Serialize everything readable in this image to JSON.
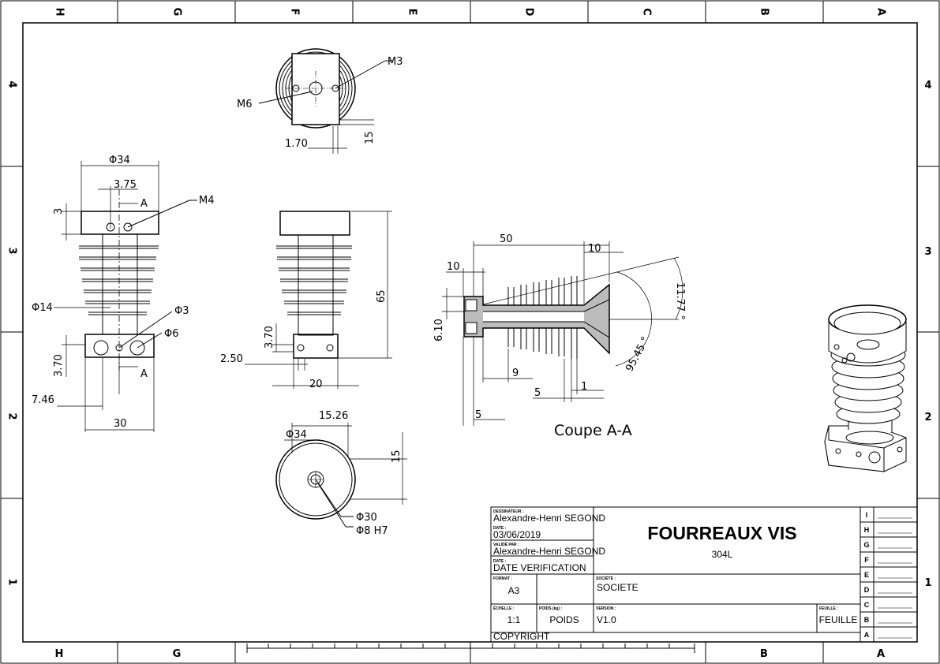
{
  "frame": {
    "top_letters": [
      "H",
      "G",
      "F",
      "E",
      "D",
      "C",
      "B",
      "A"
    ],
    "bottom_letters": [
      "H",
      "G",
      "B",
      "A"
    ],
    "side_numbers": [
      "4",
      "3",
      "2",
      "1"
    ]
  },
  "views": {
    "top": {
      "m3": "M3",
      "m6": "M6",
      "d170": "1.70",
      "d15": "15"
    },
    "front": {
      "d34": "Φ34",
      "d375": "3.75",
      "a_top": "A",
      "m4": "M4",
      "d3": "3",
      "d14": "Φ14",
      "phi3": "Φ3",
      "phi6": "Φ6",
      "d370": "3.70",
      "a_bot": "A",
      "d746": "7.46",
      "d30": "30"
    },
    "side": {
      "d65": "65",
      "d370": "3.70",
      "d250": "2.50",
      "d20": "20"
    },
    "section": {
      "d50": "50",
      "d10a": "10",
      "d10b": "10",
      "d610": "6.10",
      "d1177": "11.77 °",
      "d9545": "95.45 °",
      "d9": "9",
      "d5a": "5",
      "d1": "1",
      "d5b": "5",
      "title": "Coupe A-A"
    },
    "bottom": {
      "d1526": "15.26",
      "d34": "Φ34",
      "d15": "15",
      "d30": "Φ30",
      "d8": "Φ8 H7"
    }
  },
  "titleblock": {
    "drawer_label": "DESSINATEUR :",
    "drawer": "Alexandre-Henri SEGOND",
    "date_label": "DATE :",
    "date": "03/06/2019",
    "validated_label": "VALIDÉ PAR :",
    "validated": "Alexandre-Henri SEGOND",
    "date2_label": "DATE :",
    "date2": "DATE VERIFICATION",
    "format_label": "FORMAT :",
    "format": "A3",
    "scale_label": "ÉCHELLE :",
    "scale": "1:1",
    "weight_label": "POIDS (kg) :",
    "weight": "POIDS",
    "company_label": "SOCIÉTÉ :",
    "company": "SOCIETE",
    "version_label": "VERSION :",
    "version": "V1.0",
    "sheet_label": "FEUILLE :",
    "sheet": "FEUILLE",
    "copyright": "COPYRIGHT",
    "title": "FOURREAUX VIS",
    "material": "304L",
    "revisions": [
      "I",
      "H",
      "G",
      "F",
      "E",
      "D",
      "C",
      "B",
      "A"
    ]
  }
}
